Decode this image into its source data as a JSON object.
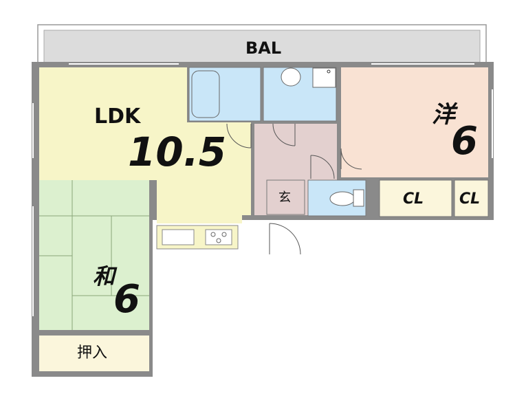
{
  "balcony": {
    "label": "BAL"
  },
  "ldk": {
    "label": "LDK",
    "size": "10.5"
  },
  "western_room": {
    "label": "洋",
    "size": "6"
  },
  "japanese_room": {
    "label": "和",
    "size": "6"
  },
  "closet_1": {
    "label": "CL"
  },
  "closet_2": {
    "label": "CL"
  },
  "entrance": {
    "label": "玄"
  },
  "oshiire": {
    "label": "押入"
  },
  "colors": {
    "ldk_floor": "#f7f5c8",
    "western_floor": "#f9e2d3",
    "japanese_floor": "#dcf0cf",
    "wet_area": "#c9e6f8",
    "entrance_floor": "#e3d0cf",
    "closet_floor": "#fbf6dc",
    "balcony": "#dcdcdc",
    "wall": "#6e6e6e"
  }
}
